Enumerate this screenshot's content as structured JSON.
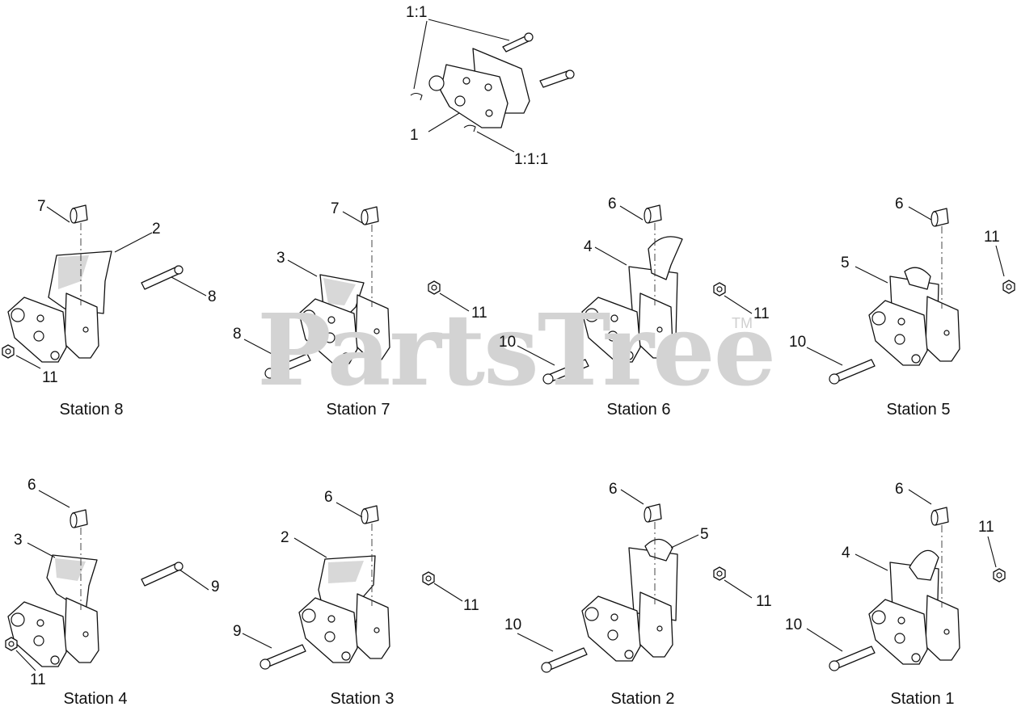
{
  "watermark": {
    "brand": "PartsTree",
    "trademark": "TM"
  },
  "top_assembly": {
    "callouts": {
      "part_1_1": "1:1",
      "part_1": "1",
      "part_1_1_1": "1:1:1"
    }
  },
  "stations": [
    {
      "label": "Station 8",
      "callouts": [
        "7",
        "2",
        "8",
        "11"
      ]
    },
    {
      "label": "Station 7",
      "callouts": [
        "7",
        "3",
        "11",
        "8"
      ]
    },
    {
      "label": "Station 6",
      "callouts": [
        "6",
        "4",
        "11",
        "10"
      ]
    },
    {
      "label": "Station 5",
      "callouts": [
        "6",
        "11",
        "5",
        "10"
      ]
    },
    {
      "label": "Station 4",
      "callouts": [
        "6",
        "3",
        "9",
        "11"
      ]
    },
    {
      "label": "Station 3",
      "callouts": [
        "6",
        "2",
        "11",
        "9"
      ]
    },
    {
      "label": "Station 2",
      "callouts": [
        "6",
        "5",
        "11",
        "10"
      ]
    },
    {
      "label": "Station 1",
      "callouts": [
        "6",
        "11",
        "4",
        "10"
      ]
    }
  ]
}
